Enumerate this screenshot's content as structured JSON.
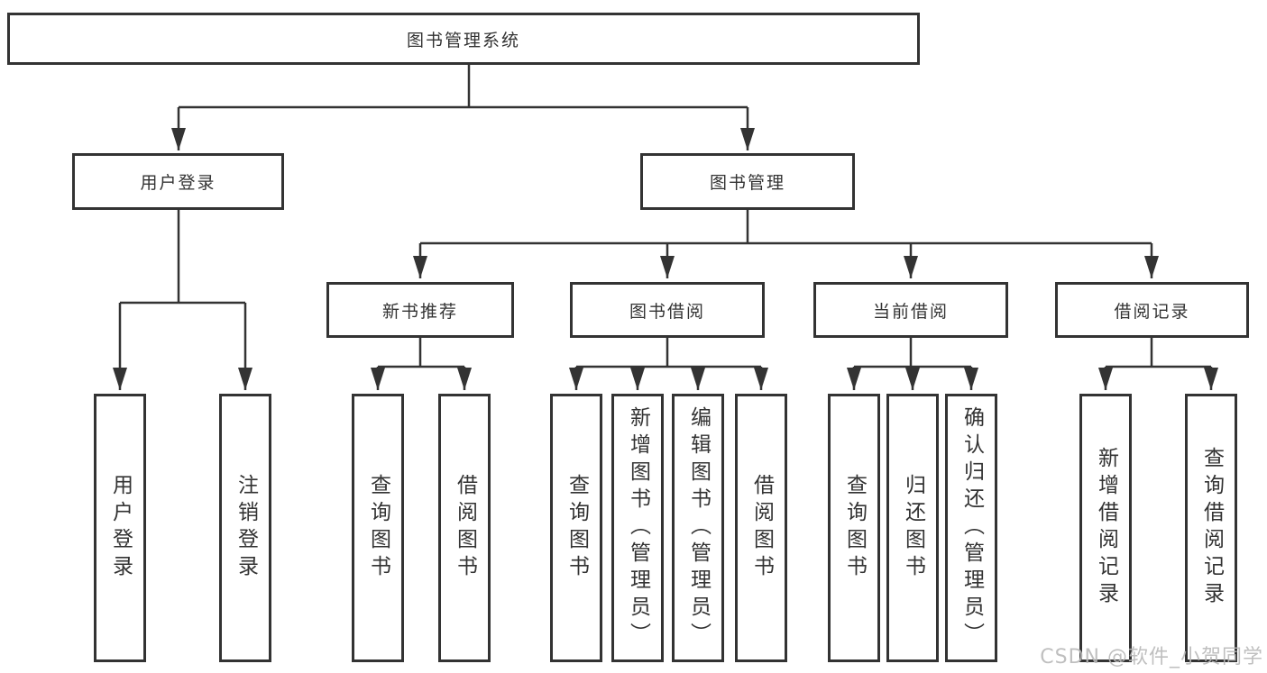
{
  "diagram_title": "图书管理系统",
  "tree": {
    "root": {
      "label": "图书管理系统"
    },
    "branches": [
      {
        "label": "用户登录",
        "leaves": [
          {
            "label": "用户登录"
          },
          {
            "label": "注销登录"
          }
        ]
      },
      {
        "label": "图书管理",
        "groups": [
          {
            "label": "新书推荐",
            "leaves": [
              {
                "label": "查询图书"
              },
              {
                "label": "借阅图书"
              }
            ]
          },
          {
            "label": "图书借阅",
            "leaves": [
              {
                "label": "查询图书"
              },
              {
                "label": "新增图书（管理员）"
              },
              {
                "label": "编辑图书（管理员）"
              },
              {
                "label": "借阅图书"
              }
            ]
          },
          {
            "label": "当前借阅",
            "leaves": [
              {
                "label": "查询图书"
              },
              {
                "label": "归还图书"
              },
              {
                "label": "确认归还（管理员）"
              }
            ]
          },
          {
            "label": "借阅记录",
            "leaves": [
              {
                "label": "新增借阅记录"
              },
              {
                "label": "查询借阅记录"
              }
            ]
          }
        ]
      }
    ]
  },
  "watermark": {
    "text": "CSDN @软件_小贺同学"
  },
  "colors": {
    "line": "#333333",
    "text": "#333333",
    "background": "#ffffff",
    "watermark": "#b9b9b9"
  }
}
